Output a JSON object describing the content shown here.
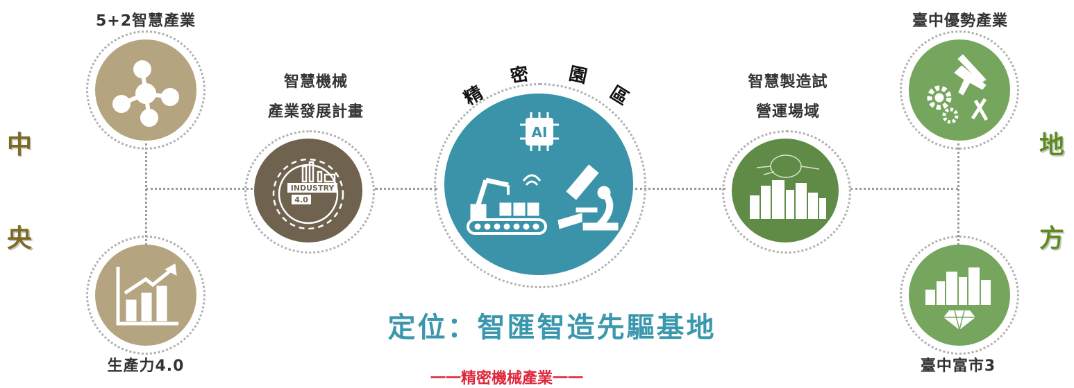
{
  "left_side": {
    "char1": "中",
    "char2": "央"
  },
  "right_side": {
    "char1": "地",
    "char2": "方"
  },
  "nodes": {
    "top_left": {
      "label": "5+2智慧產業",
      "icon": "molecule-network-icon"
    },
    "bottom_left": {
      "label": "生產力4.0",
      "icon": "growth-bar-chart-icon"
    },
    "mid_left": {
      "label_line1": "智慧機械",
      "label_line2": "產業發展計畫",
      "icon": "industry-4-gear-icon",
      "badge": "INDUSTRY",
      "badge2": "4.0"
    },
    "center": {
      "arc": [
        "精",
        "密",
        "園",
        "區"
      ],
      "chip": "AI",
      "icon": "robot-arm-microscope-icon"
    },
    "mid_right": {
      "label_line1": "智慧製造試",
      "label_line2": "營運場域",
      "icon": "smart-city-brain-icon"
    },
    "top_right": {
      "label": "臺中優勢產業",
      "icon": "airplane-gears-tools-icon"
    },
    "bottom_right": {
      "label": "臺中富市3",
      "icon": "city-diamond-icon"
    }
  },
  "headline": "定位：智匯智造先驅基地",
  "footer_partial": "一一精密機械產業一一",
  "colors": {
    "tan": "#b4a47f",
    "brown": "#6f634f",
    "teal": "#3a93a8",
    "green": "#76a55e",
    "darkgreen": "#5f8b47",
    "olive": "#7b6a22"
  }
}
